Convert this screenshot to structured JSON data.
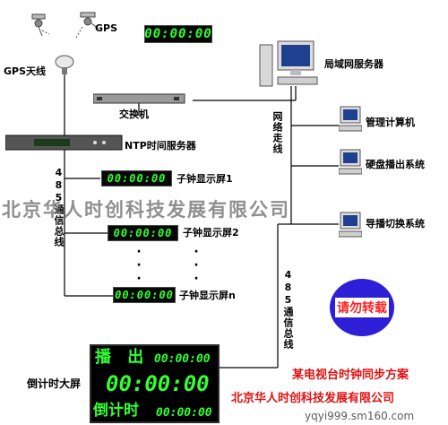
{
  "header": {
    "gps_label": "GPS",
    "gps_antenna_label": "GPS天线",
    "top_clock": "00:00:00"
  },
  "network": {
    "lan_server": "局域网服务器",
    "switch": "交换机",
    "ntp_server": "NTP时间服务器",
    "network_bus": "网络走线"
  },
  "bus_485": {
    "left_label": "485通信总线",
    "right_label": "485通信总线"
  },
  "slave_clocks": [
    {
      "time": "00:00:00",
      "label": "子钟显示屏1"
    },
    {
      "time": "00:00:00",
      "label": "子钟显示屏2"
    },
    {
      "time": "00:00:00",
      "label": "子钟显示屏n"
    }
  ],
  "systems": [
    {
      "label": "管理计算机"
    },
    {
      "label": "硬盘播出系统"
    },
    {
      "label": "导播切换系统"
    }
  ],
  "countdown": {
    "caption": "倒计时大屏",
    "row1_label": "播 出",
    "row1_time": "00:00:00",
    "row2_time": "00:00:00",
    "row3_label": "倒计时",
    "row3_time": "00:00:00"
  },
  "stamp": {
    "text": "请勿转载"
  },
  "scheme": {
    "title": "某电视台时钟同步方案",
    "company": "北京华人时创科技发展有限公司"
  },
  "watermark": {
    "text": "北京华人时创科技发展有限公司",
    "site": "yqyi999.sm160.com"
  },
  "colors": {
    "led_green": "#33ff33",
    "title_red": "#e01010",
    "stamp_blue": "#2d1fd8"
  }
}
